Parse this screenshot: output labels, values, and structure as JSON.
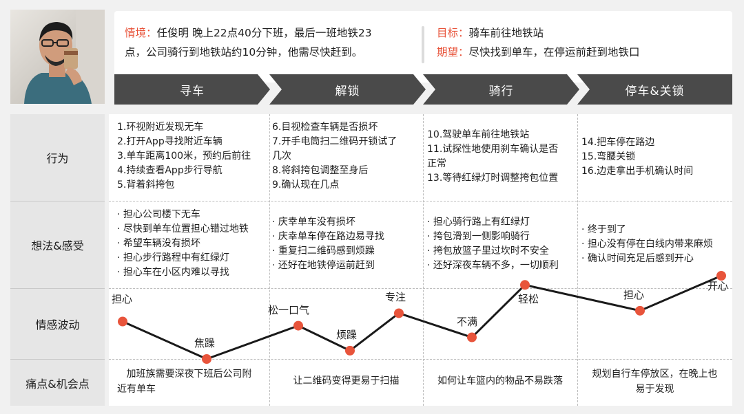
{
  "scenario": {
    "context_label": "情境：",
    "context_line1": "任俊明 晚上22点40分下班，最后一班地铁23",
    "context_line2": "点，公司骑行到地铁站约10分钟，他需尽快赶到。",
    "goal_label": "目标：",
    "goal_text": "骑车前往地铁站",
    "expect_label": "期望：",
    "expect_text": "尽快找到单车，在停运前赶到地铁口"
  },
  "stages": [
    "寻车",
    "解锁",
    "骑行",
    "停车&关锁"
  ],
  "row_labels": {
    "behavior": "行为",
    "thoughts": "想法&感受",
    "emotion": "情感波动",
    "pain": "痛点&机会点"
  },
  "behavior": [
    [
      "1.环视附近发现无车",
      "2.打开App寻找附近车辆",
      "3.单车距离100米，预约后前往",
      "4.持续查看App步行导航",
      "5.背着斜挎包"
    ],
    [
      "6.目视检查车辆是否损坏",
      "7.开手电筒扫二维码开锁试了",
      "几次",
      "8.将斜挎包调整至身后",
      "9.确认现在几点"
    ],
    [
      "10.驾驶单车前往地铁站",
      "11.试探性地使用刹车确认是否",
      "正常",
      "13.等待红绿灯时调整挎包位置"
    ],
    [
      "14.把车停在路边",
      "15.弯腰关锁",
      "16.边走拿出手机确认时间"
    ]
  ],
  "thoughts": [
    [
      "· 担心公司楼下无车",
      "· 尽快到单车位置担心错过地铁",
      "· 希望车辆没有损坏",
      "· 担心步行路程中有红绿灯",
      "· 担心车在小区内难以寻找"
    ],
    [
      "· 庆幸单车没有损坏",
      "· 庆幸单车停在路边易寻找",
      "· 重复扫二维码感到烦躁",
      "· 还好在地铁停运前赶到"
    ],
    [
      "· 担心骑行路上有红绿灯",
      "· 挎包滑到一侧影响骑行",
      "· 挎包放篮子里过坎时不安全",
      "· 还好深夜车辆不多，一切顺利"
    ],
    [
      "· 终于到了",
      "· 担心没有停在白线内带来麻烦",
      "· 确认时间充足后感到开心"
    ]
  ],
  "emotion_points": [
    {
      "label": "担心",
      "level": 0.45
    },
    {
      "label": "焦躁",
      "level": 0.0
    },
    {
      "label": "松一口气",
      "level": 0.4
    },
    {
      "label": "烦躁",
      "level": 0.1
    },
    {
      "label": "专注",
      "level": 0.55
    },
    {
      "label": "不满",
      "level": 0.26
    },
    {
      "label": "轻松",
      "level": 0.89
    },
    {
      "label": "担心",
      "level": 0.58
    },
    {
      "label": "开心",
      "level": 1.0
    }
  ],
  "pain": [
    [
      "加班族需要深夜下班后公司附",
      "近有单车"
    ],
    [
      "让二维码变得更易于扫描"
    ],
    [
      "如何让车篮内的物品不易跌落"
    ],
    [
      "规划自行车停放区，在晚上也",
      "易于发现"
    ]
  ],
  "colors": {
    "accent": "#e8543b",
    "stage_bg": "#4a4a4a",
    "line": "#1a1a1a",
    "point": "#e8543b"
  }
}
